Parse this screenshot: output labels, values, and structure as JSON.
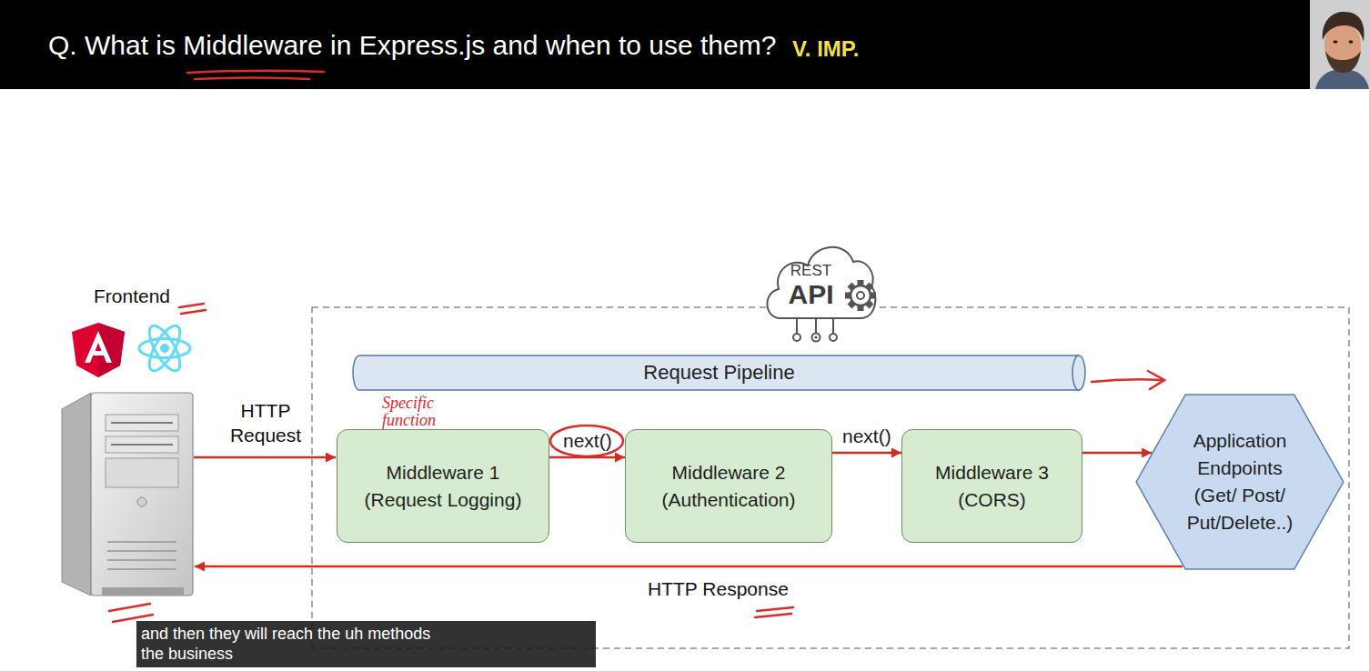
{
  "diagram": {
    "title": "Q. What is Middleware in Express.js and when to use them?",
    "nodes": [
      {
        "text": [
          "REST",
          "API"
        ]
      },
      {
        "text": [
          "Request Pipeline"
        ]
      },
      {
        "text": [
          "Middleware 1",
          "(Request Logging)"
        ]
      },
      {
        "text": [
          "Middleware 2",
          "(Authentication)"
        ]
      },
      {
        "text": [
          "Middleware 3",
          "(CORS)"
        ]
      },
      {
        "text": [
          "Application Endpoints",
          "(Get/ Post/ Put/Delete..)"
        ]
      }
    ],
    "edges": [
      {
        "from": 2,
        "to": 3,
        "arrow": "to",
        "label": "next()"
      },
      {
        "from": 3,
        "to": 4,
        "arrow": "to",
        "label": "next()"
      },
      {
        "from": 4,
        "to": 5,
        "arrow": "to"
      }
    ],
    "labels": [
      "V. IMP.",
      "Frontend",
      "HTTP Request",
      "Specific function",
      "HTTP Response",
      "and then they will reach the uh methods the business"
    ]
  }
}
